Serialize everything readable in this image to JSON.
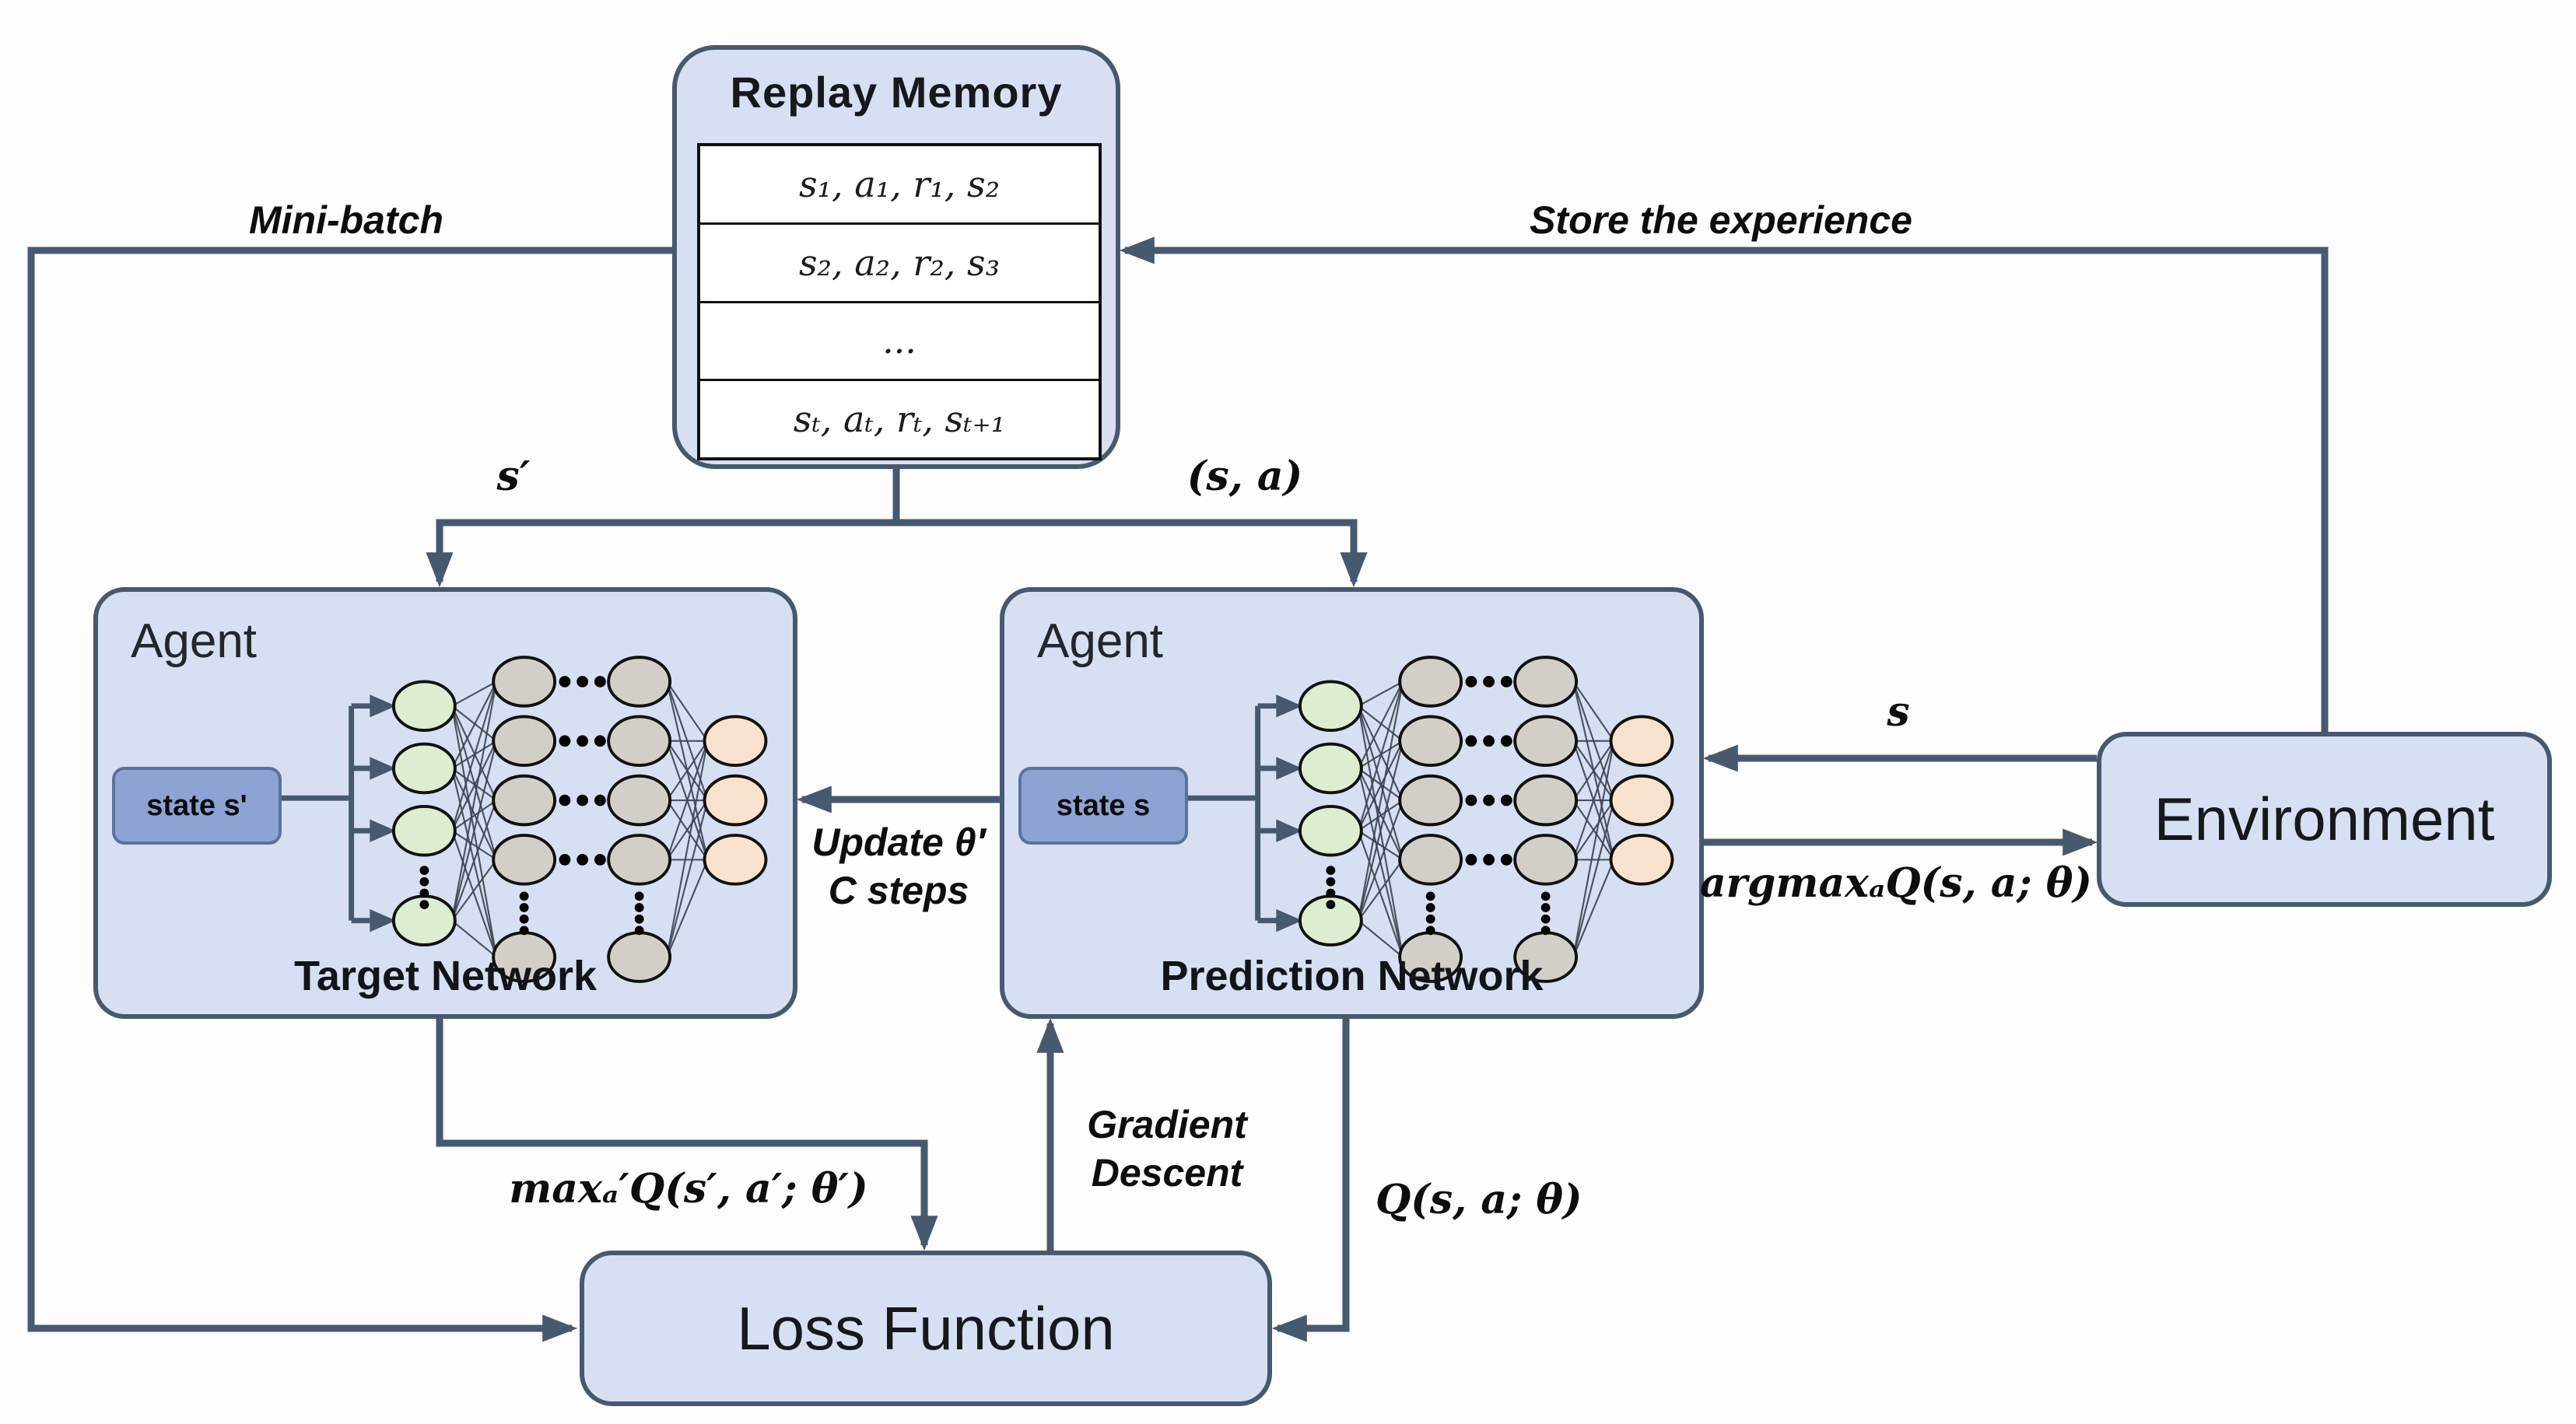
{
  "replay": {
    "title": "Replay Memory",
    "rows": [
      "s₁, a₁, r₁, s₂",
      "s₂, a₂, r₂, s₃",
      "...",
      "sₜ, aₜ, rₜ, sₜ₊₁"
    ]
  },
  "agents": {
    "target": {
      "title": "Agent",
      "state": "state s'",
      "network": "Target Network"
    },
    "prediction": {
      "title": "Agent",
      "state": "state s",
      "network": "Prediction Network"
    }
  },
  "environment": {
    "label": "Environment"
  },
  "loss": {
    "label": "Loss Function"
  },
  "edges": {
    "mini_batch": "Mini-batch",
    "store_experience": "Store the experience",
    "s_prime": "s′",
    "s_a": "(s, a)",
    "update_theta": "Update θ′",
    "c_steps": "C steps",
    "state_s": "s",
    "argmax": "argmaxₐQ(s, a;  θ)",
    "max_q": "maxₐ′Q(s′, a′;  θ′)",
    "gradient_1": "Gradient",
    "gradient_2": "Descent",
    "q_value": "Q(s, a;  θ)"
  },
  "colors": {
    "line": "#46596E",
    "box_fill": "#d7e0f2",
    "box_border": "#46596E",
    "state_fill": "#8ca3d3",
    "state_border": "#5a729c",
    "node_input": "#dcedd0",
    "node_hidden": "#d2cfc8",
    "node_output": "#f9e2cd",
    "node_border": "#111111",
    "connection": "#3d4450"
  }
}
